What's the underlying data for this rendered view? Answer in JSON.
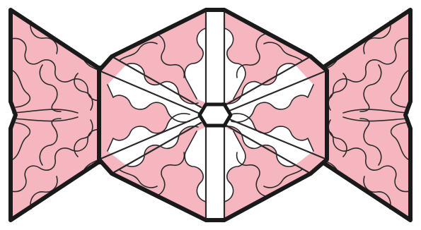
{
  "colors": {
    "background": "#ffffff",
    "tile_fill": "#f6b6c0",
    "white_fill": "#ffffff",
    "outline": "#1a1a1a",
    "inner_line": "#2a2a2a"
  },
  "figure": {
    "shape": "bow-tie-tessellation",
    "center_tile": "hexagon",
    "side_wings": 2,
    "white_petal_count": 6
  }
}
